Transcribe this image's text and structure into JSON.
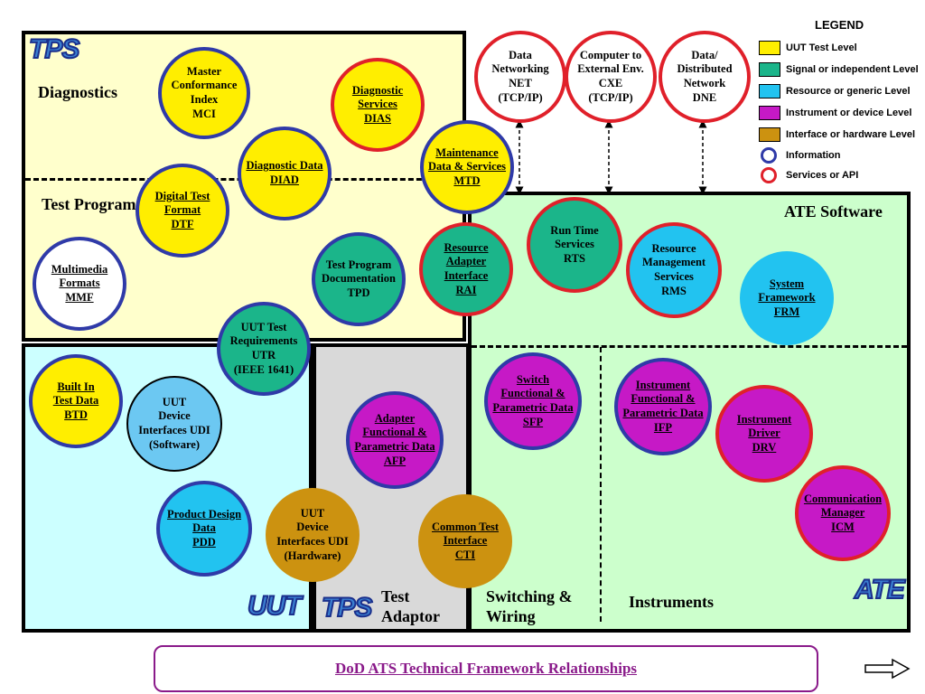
{
  "legend": {
    "title": "LEGEND",
    "items": [
      {
        "label": "UUT Test Level",
        "color": "#ffee00"
      },
      {
        "label": "Signal or independent Level",
        "color": "#1bb58a"
      },
      {
        "label": "Resource or generic Level",
        "color": "#22c3f0"
      },
      {
        "label": "Instrument or device Level",
        "color": "#c619c6"
      },
      {
        "label": "Interface or hardware Level",
        "color": "#cc9210"
      },
      {
        "label": "Information",
        "color": "#2f3aa8"
      },
      {
        "label": "Services or API",
        "color": "#e0202a"
      }
    ]
  },
  "regions": {
    "diagnostics": "Diagnostics",
    "test_program": "Test Program",
    "ate_software": "ATE Software",
    "test_adaptor": "Test\nAdaptor",
    "switching_wiring": "Switching &\nWiring",
    "instruments": "Instruments"
  },
  "badges": {
    "tps_top": "TPS",
    "uut": "UUT",
    "tps_bottom": "TPS",
    "ate": "ATE"
  },
  "nodes": {
    "mci": "Master\nConformance\nIndex\nMCI",
    "dias": "Diagnostic\nServices\nDIAS",
    "diad": "Diagnostic Data\nDIAD",
    "mtd": "Maintenance\nData & Services\nMTD",
    "dtf": "Digital Test\nFormat\nDTF",
    "mmf": "Multimedia\nFormats\nMMF",
    "tpd": "Test Program\nDocumentation\nTPD",
    "utr": "UUT Test\nRequirements\nUTR\n(IEEE 1641)",
    "net": "Data\nNetworking\nNET\n(TCP/IP)",
    "cxe": "Computer to\nExternal Env.\nCXE\n(TCP/IP)",
    "dne": "Data/\nDistributed\nNetwork\nDNE",
    "rai": "Resource\nAdapter\nInterface\nRAI",
    "rts": "Run Time\nServices\nRTS",
    "rms": "Resource\nManagement\nServices\nRMS",
    "frm": "System\nFramework\nFRM",
    "btd": "Built In\nTest Data\nBTD",
    "udi_sw": "UUT\nDevice\nInterfaces UDI\n(Software)",
    "afp": "Adapter\nFunctional &\nParametric Data\nAFP",
    "sfp": "Switch\nFunctional &\nParametric Data\nSFP",
    "ifp": "Instrument\nFunctional &\nParametric Data\nIFP",
    "drv": "Instrument\nDriver\nDRV",
    "icm": "Communication\nManager\nICM",
    "pdd": "Product Design\nData\nPDD",
    "udi_hw": "UUT\nDevice\nInterfaces UDI\n(Hardware)",
    "cti": "Common Test\nInterface\nCTI"
  },
  "footer": {
    "title": "DoD ATS Technical Framework Relationships",
    "arrow": "next-arrow-icon"
  }
}
